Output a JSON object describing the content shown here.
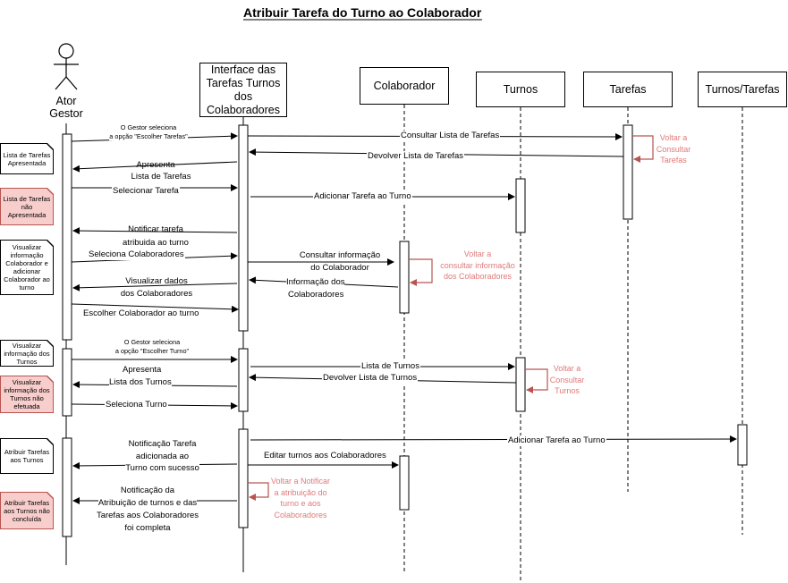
{
  "title": "Atribuir Tarefa do Turno ao Colaborador",
  "actor": {
    "line1": "Ator",
    "line2": "Gestor"
  },
  "lifelines": {
    "interface": "Interface das Tarefas Turnos dos Colaboradores",
    "colaborador": "Colaborador",
    "turnos": "Turnos",
    "tarefas": "Tarefas",
    "turnos_tarefas": "Turnos/Tarefas"
  },
  "notes": {
    "lista_apresentada": "Lista de Tarefas Apresentada",
    "lista_nao_apresentada": "Lista de Tarefas não Apresentada",
    "visualizar_info_colab": "Visualizar informação Colaborador e adicionar Colaborador ao turno",
    "visualizar_info_turnos": "Visualizar informação dos Turnos",
    "visualizar_info_turnos_nao": "Visualizar informação dos Turnos não efetuada",
    "atribuir_tarefas": "Atribuir Tarefas aos Turnos",
    "atribuir_nao_concluida": "Atribuir Tarefas aos Turnos não concluída"
  },
  "messages": {
    "escolher_tarefas_1": "O Gestor seleciona",
    "escolher_tarefas_2": "a opção \"Escolher Tarefas\"",
    "consultar_lista_tarefas": "Consultar Lista de Tarefas",
    "devolver_lista_tarefas": "Devolver Lista de Tarefas",
    "apresenta_lista_1": "Apresenta",
    "apresenta_lista_2": "Lista de Tarefas",
    "selecionar_tarefa": "Selecionar Tarefa",
    "adicionar_tarefa_turno": "Adicionar Tarefa ao Turno",
    "notificar_1": "Notificar tarefa",
    "notificar_2": "atribuida ao turno",
    "seleciona_colaboradores": "Seleciona Colaboradores",
    "consultar_info_colab_1": "Consultar informação",
    "consultar_info_colab_2": "do Colaborador",
    "info_colabs_1": "Informação dos",
    "info_colabs_2": "Colaboradores",
    "visualizar_dados_1": "Visualizar dados",
    "visualizar_dados_2": "dos Colaboradores",
    "escolher_colab_turno": "Escolher Colaborador ao turno",
    "escolher_turno_1": "O Gestor seleciona",
    "escolher_turno_2": "a opção \"Escolher Turno\"",
    "lista_turnos": "Lista de Turnos",
    "devolver_lista_turnos": "Devolver Lista de Turnos",
    "apresenta_turnos_1": "Apresenta",
    "apresenta_turnos_2": "Lista dos Turnos",
    "seleciona_turno": "Seleciona Turno",
    "adicionar_tarefa_turno_2": "Adicionar Tarefa ao Turno",
    "editar_turnos": "Editar turnos aos Colaboradores",
    "notif_sucesso_1": "Notificação Tarefa",
    "notif_sucesso_2": "adicionada ao",
    "notif_sucesso_3": "Turno com sucesso",
    "notif_completa_1": "Notificação da",
    "notif_completa_2": "Atribuição de turnos e das",
    "notif_completa_3": "Tarefas aos Colaboradores",
    "notif_completa_4": "foi completa"
  },
  "self_loops": {
    "voltar_consultar_tarefas": [
      "Voltar a",
      "Consultar",
      "Tarefas"
    ],
    "voltar_consultar_info_colabs": [
      "Voltar a",
      "consultar informação",
      "dos Colaboradores"
    ],
    "voltar_consultar_turnos": [
      "Voltar a",
      "Consultar",
      "Turnos"
    ],
    "voltar_notificar": [
      "Voltar a Notificar",
      "a atribuição do",
      "turno e aos",
      "Colaboradores"
    ]
  },
  "colors": {
    "line": "#000000",
    "loop": "#b85450",
    "loop_text": "#e07a7a",
    "note_fill": "#f8cecc"
  }
}
